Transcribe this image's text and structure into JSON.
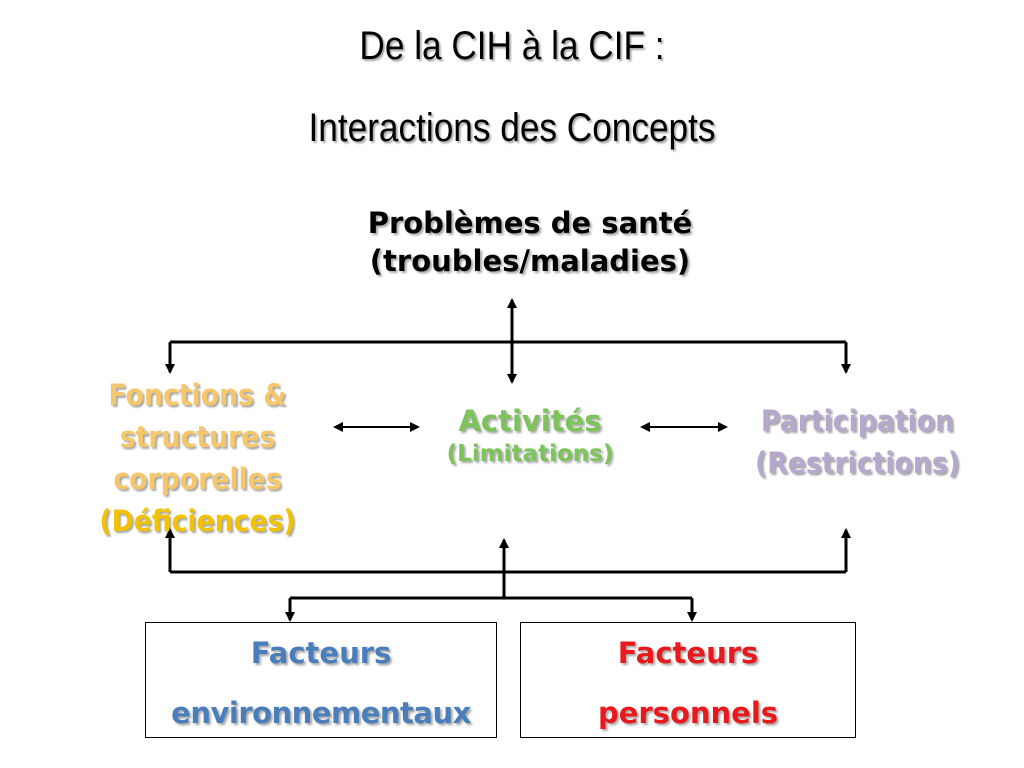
{
  "title": {
    "line1": "De la CIH à la CIF :",
    "line2": "Interactions des Concepts"
  },
  "nodes": {
    "health": {
      "line1": "Problèmes de santé",
      "line2": "(troubles/maladies)"
    },
    "body_functions": {
      "line1": "Fonctions &",
      "line2": "structures",
      "line3": "corporelles",
      "line4": "(Déficiences)",
      "color": "#f5c76a",
      "accent_color": "#f2c200"
    },
    "activities": {
      "line1": "Activités",
      "line2": "(Limitations)",
      "color": "#7cc35a"
    },
    "participation": {
      "line1": "Participation",
      "line2": "(Restrictions)",
      "color": "#b5a8cc"
    }
  },
  "factors": {
    "environmental": {
      "line1": "Facteurs",
      "line2": "environnementaux",
      "color": "#4a7ebb"
    },
    "personal": {
      "line1": "Facteurs",
      "line2": "personnels",
      "color": "#e8191c"
    }
  }
}
